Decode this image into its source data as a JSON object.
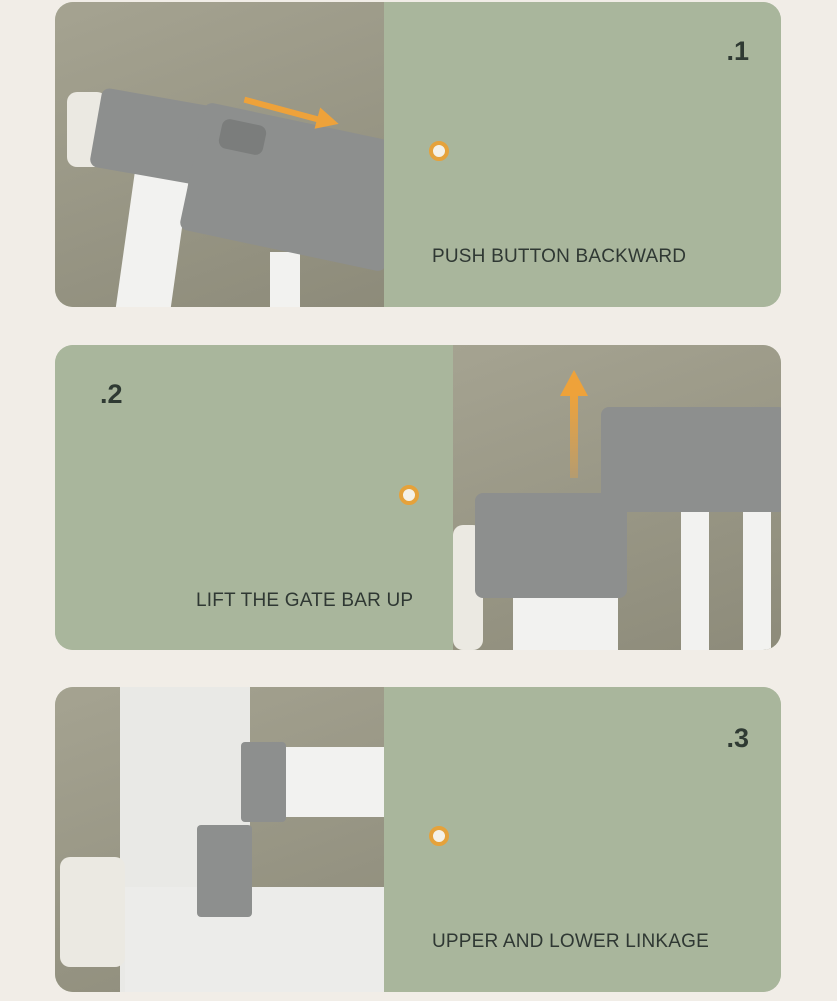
{
  "steps": [
    {
      "number": ".1",
      "caption": "PUSH BUTTON BACKWARD"
    },
    {
      "number": ".2",
      "caption": "LIFT THE GATE BAR UP"
    },
    {
      "number": ".3",
      "caption": "UPPER AND LOWER LINKAGE"
    }
  ],
  "colors": {
    "panel_green": "#a9b69c",
    "accent_orange": "#e5a23b",
    "background": "#f1ede7"
  }
}
